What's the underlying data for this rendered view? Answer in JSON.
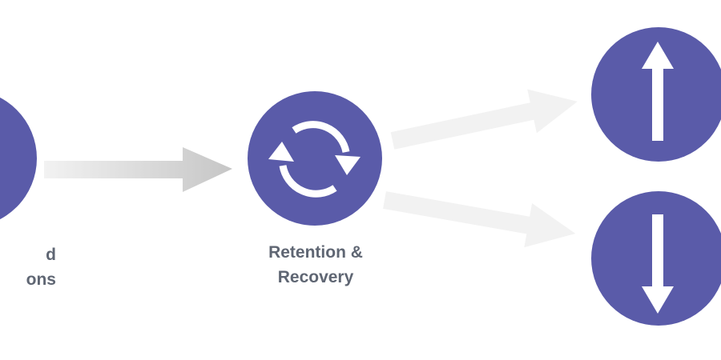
{
  "diagram": {
    "colors": {
      "node_fill": "#5a5ba9",
      "icon": "#ffffff",
      "arrow_light": "#ececec",
      "arrow_dark": "#c4c4c4",
      "label_text": "#5f6673"
    },
    "nodes": [
      {
        "id": "left",
        "icon": "none",
        "label_lines": [
          "d",
          "ons"
        ]
      },
      {
        "id": "center",
        "icon": "refresh-cycle-icon",
        "label_lines": [
          "Retention &",
          "Recovery"
        ]
      },
      {
        "id": "top-right",
        "icon": "arrow-up-icon",
        "label_lines": []
      },
      {
        "id": "bottom-right",
        "icon": "arrow-down-icon",
        "label_lines": []
      }
    ],
    "connectors": [
      {
        "from": "left",
        "to": "center"
      },
      {
        "from": "center",
        "to": "top-right"
      },
      {
        "from": "center",
        "to": "bottom-right"
      }
    ]
  }
}
